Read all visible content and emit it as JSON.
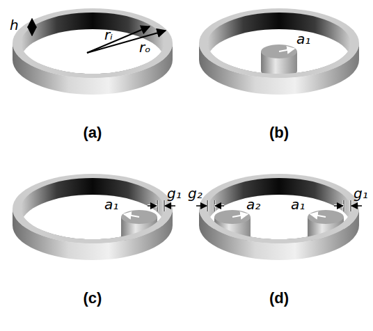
{
  "diagram": {
    "labels": [
      "h",
      "rᵢ",
      "rₒ",
      "(a)",
      "a₁",
      "(b)",
      "a₁",
      "g₁",
      "(c)",
      "g₂",
      "a₂",
      "a₁",
      "g₁",
      "(d)"
    ]
  }
}
